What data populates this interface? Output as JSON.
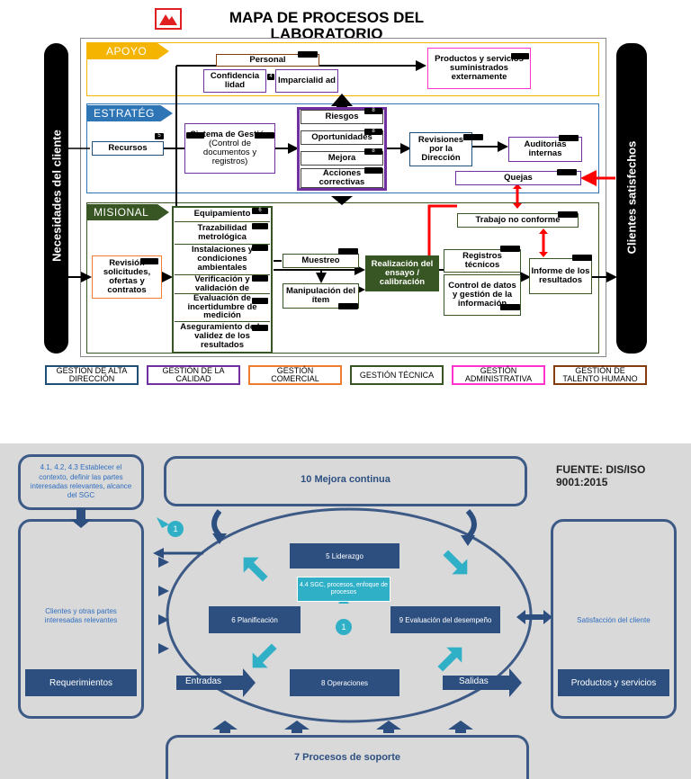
{
  "map": {
    "title": "MAPA DE PROCESOS DEL LABORATORIO",
    "left_banner": "Necesidades del cliente",
    "right_banner": "Clientes satisfechos",
    "lanes": {
      "apoyo": "APOYO",
      "estrateg": "ESTRATÉG",
      "misional": "MISIONAL"
    },
    "apoyo": {
      "personal": "Personal",
      "confidencialidad": "Confidencia lidad",
      "imparcialidad": "Imparcialid ad",
      "productos": "Productos y servicios suministrados externamente"
    },
    "estrateg": {
      "recursos": "Recursos",
      "sistema_title": "Sistema de Gestión",
      "sistema_sub": "(Control de documentos y registros)",
      "riesgos": "Riesgos",
      "oportunidades": "Oportunidades",
      "mejora": "Mejora",
      "acciones": "Acciones correctivas",
      "revisiones": "Revisiones por la Dirección",
      "auditorias": "Auditorias internas",
      "quejas": "Quejas"
    },
    "misional": {
      "revision": "Revisión solicitudes, ofertas y contratos",
      "equipamiento": "Equipamiento",
      "trazabilidad": "Trazabilidad metrológica",
      "instalaciones": "Instalaciones y condiciones ambientales",
      "verificacion": "Verificación y validación de",
      "evaluacion": "Evaluación de incertidumbre de medición",
      "aseguramiento": "Aseguramiento de la validez de los resultados",
      "muestreo": "Muestreo",
      "manipulacion": "Manipulación del ítem",
      "realizacion": "Realización del ensayo / calibración",
      "registros": "Registros técnicos",
      "control_datos": "Control de datos y gestión de la información",
      "trabajo_nc": "Trabajo no conforme",
      "informe": "Informe de los resultados"
    },
    "badges": {
      "confidencialidad": "4",
      "recursos": "5",
      "riesgos": "8",
      "oportunidades": "8",
      "mejora": "8",
      "equipamiento": "6"
    },
    "legend": [
      {
        "label": "GESTION DE ALTA DIRECCIÓN",
        "color": "#1f4e79"
      },
      {
        "label": "GESTIÓN DE LA CALIDAD",
        "color": "#7030a0"
      },
      {
        "label": "GESTIÓN COMERCIAL",
        "color": "#ed7d31"
      },
      {
        "label": "GESTIÓN TÉCNICA",
        "color": "#375623"
      },
      {
        "label": "GESTIÓN ADMINISTRATIVA",
        "color": "#ff33cc"
      },
      {
        "label": "GESTIÓN DE TALENTO HUMANO",
        "color": "#843c0c"
      }
    ],
    "colors": {
      "apoyo": "#f5b400",
      "estrateg": "#2e75b6",
      "misional": "#375623",
      "quality": "#7030a0",
      "alert": "#ff0000"
    }
  },
  "iso": {
    "context": "4.1, 4.2, 4.3 Establecer el contexto, definir las partes interesadas relevantes, alcance del SGC",
    "mejora": "10 Mejora continua",
    "fuente": "FUENTE: DIS/ISO 9001:2015",
    "clientes": "Clientes y otras partes interesadas relevantes",
    "requerimientos": "Requerimientos",
    "liderazgo": "5 Liderazgo",
    "sgc": "4.4 SGC, procesos, enfoque de procesos",
    "planificacion": "6 Planificación",
    "evaluacion": "9 Evaluación del desempeño",
    "operaciones": "8 Operaciones",
    "entradas": "Entradas",
    "salidas": "Salidas",
    "satisfaccion": "Satisfacción del cliente",
    "productos": "Productos y servicios",
    "soporte": "7 Procesos de soporte",
    "circle_num": "1"
  }
}
